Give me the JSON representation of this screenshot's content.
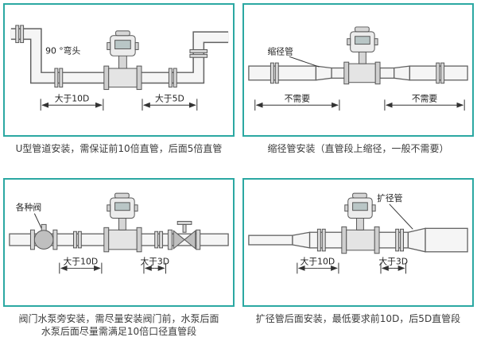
{
  "accent_color": "#2ba8a2",
  "panels": {
    "u_type": {
      "label_elbow": "90 °弯头",
      "dim_left": "大于10D",
      "dim_right": "大于5D",
      "caption": "U型管道安装，需保证前10倍直管，后面5倍直管"
    },
    "reducer": {
      "label": "缩径管",
      "dim_left": "不需要",
      "dim_right": "不需要",
      "caption": "缩径管安装（直管段上缩径，一般不需要）"
    },
    "valve": {
      "label": "各种阀",
      "dim_left": "大于10D",
      "dim_right": "大于3D",
      "caption_line1": "阀门水泵旁安装，需尽量安装阀门前，水泵后面",
      "caption_line2": "水泵后面尽量需满足10倍口径直管段"
    },
    "expander": {
      "label": "扩径管",
      "dim_left": "大于10D",
      "dim_right": "大于3D",
      "caption": "扩径管后面安装，最低要求前10D，后5D直管段"
    }
  }
}
